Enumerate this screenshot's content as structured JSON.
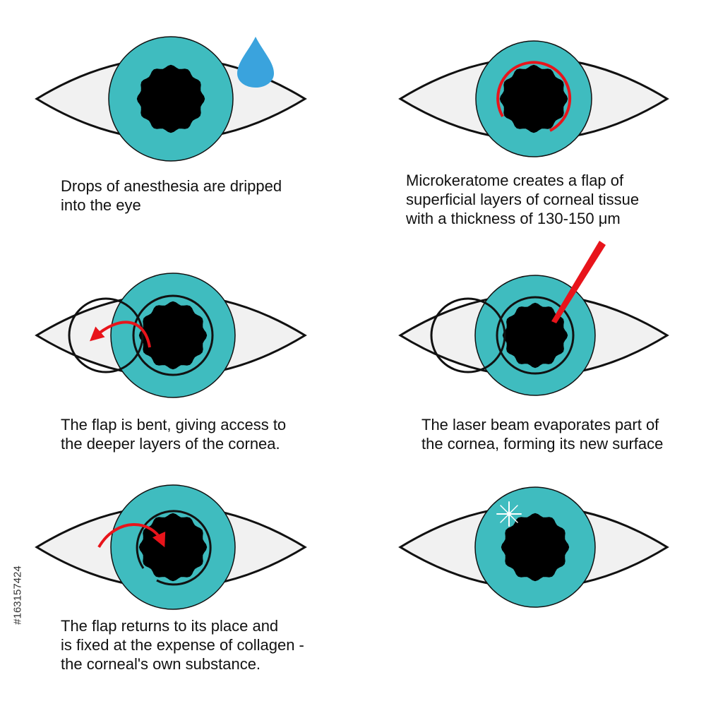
{
  "colors": {
    "outline": "#111111",
    "sclera": "#f1f1f1",
    "iris": "#3fbcbf",
    "pupil": "#000000",
    "laser": "#e8141b",
    "drop": "#3aa3dd"
  },
  "steps": [
    {
      "id": 1,
      "caption_lines": [
        "Drops of anesthesia are dripped",
        "into the eye"
      ]
    },
    {
      "id": 2,
      "caption_lines": [
        "Microkeratome creates a flap of",
        "superficial layers of corneal  tissue",
        "with a thickness of 130-150 μm"
      ]
    },
    {
      "id": 3,
      "caption_lines": [
        "The flap is bent, giving access to",
        "the deeper layers of the cornea."
      ]
    },
    {
      "id": 4,
      "caption_lines": [
        "The laser beam evaporates part of",
        "the cornea, forming its new surface"
      ]
    },
    {
      "id": 5,
      "caption_lines": [
        "The flap returns to its place and",
        "is fixed at the expense of collagen -",
        "the corneal's own substance."
      ]
    },
    {
      "id": 6,
      "caption_lines": []
    }
  ],
  "icons": {
    "step1": "anesthesia-drop-icon",
    "step2": "incision-arc-icon",
    "step3": "flap-bend-arrow-icon",
    "step4": "laser-beam-icon",
    "step5": "flap-return-arrow-icon",
    "step6": "sparkle-icon"
  },
  "stock_id": "#163157424"
}
